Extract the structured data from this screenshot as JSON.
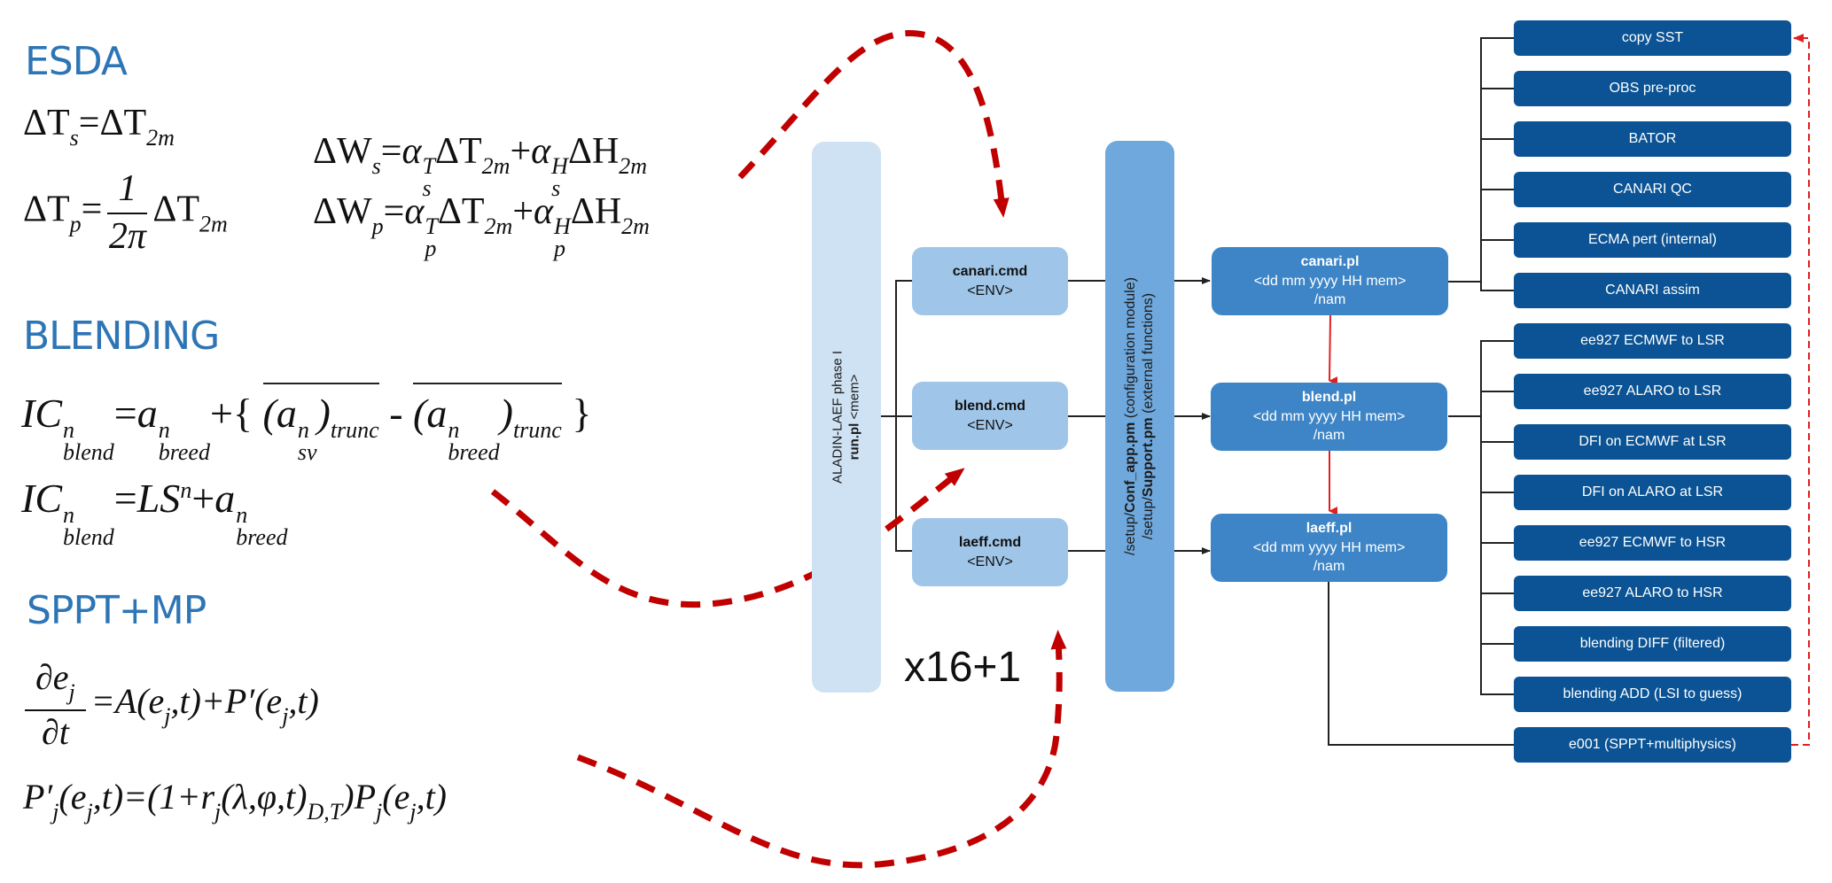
{
  "sections": {
    "esda": {
      "heading": "ESDA",
      "eq_ts": {
        "lhs": "ΔT",
        "lhs_sub": "s",
        "eq": "=",
        "rhs": "ΔT",
        "rhs_sub": "2m"
      },
      "eq_tp": {
        "lhs": "ΔT",
        "lhs_sub": "p",
        "eq": "=",
        "num": "1",
        "den": "2π",
        "rhs": "ΔT",
        "rhs_sub": "2m"
      },
      "eq_ws": {
        "lhs": "ΔW",
        "lhs_sub": "s",
        "eq": "=",
        "a": "α",
        "a_sup": "T",
        "a_sub": "s",
        "t1": "ΔT",
        "t1_sub": "2m",
        "plus": "+",
        "b": "α",
        "b_sup": "H",
        "b_sub": "s",
        "t2": "ΔH",
        "t2_sub": "2m"
      },
      "eq_wp": {
        "lhs": "ΔW",
        "lhs_sub": "p",
        "eq": "=",
        "a": "α",
        "a_sup": "T",
        "a_sub": "p",
        "t1": "ΔT",
        "t1_sub": "2m",
        "plus": "+",
        "b": "α",
        "b_sup": "H",
        "b_sub": "p",
        "t2": "ΔH",
        "t2_sub": "2m"
      }
    },
    "blending": {
      "heading": "BLENDING",
      "eq1": {
        "lhs": "IC",
        "lhs_sup": "n",
        "lhs_sub": "blend",
        "eq": "=",
        "a": "a",
        "a_sup": "n",
        "a_sub": "breed",
        "plus": "+",
        "lbrace": "{",
        "p1": "(a",
        "p1_sup": "n",
        "p1_sub": "sv",
        "p1_close": ")",
        "p1_trunc": "trunc",
        "minus": "-",
        "p2": "(a",
        "p2_sup": "n",
        "p2_sub": "breed",
        "p2_close": ")",
        "p2_trunc": "trunc",
        "rbrace": "}"
      },
      "eq2": {
        "lhs": "IC",
        "lhs_sup": "n",
        "lhs_sub": "blend",
        "eq": "=",
        "ls": "LS",
        "ls_sup": "n",
        "plus": "+",
        "a": "a",
        "a_sup": "n",
        "a_sub": "breed"
      }
    },
    "sppt": {
      "heading": "SPPT+MP",
      "eq1": {
        "num": "∂e",
        "num_sub": "j",
        "den": "∂t",
        "rhs": "=A(e",
        "rhs_sub1": "j",
        "rhs_mid": ",t)+P′(e",
        "rhs_sub2": "j",
        "rhs_end": ",t)"
      },
      "eq2": {
        "p": "P′",
        "p_sub": "j",
        "args1": "(e",
        "args1_sub": "j",
        "args1_end": ",t)=(1+r",
        "r_sub": "j",
        "r_args": "(λ,φ,t)",
        "dt_sub": "D,T",
        "close": ")P",
        "pj_sub": "j",
        "args2": "(e",
        "args2_sub": "j",
        "args2_end": ",t)"
      }
    }
  },
  "diagram": {
    "run_panel": {
      "line1": "ALADIN-LAEF phase I",
      "line2_bold": "run.pl",
      "line2_rest": " <mem>"
    },
    "config_panel": {
      "l1_pre": "/setup/",
      "l1_bold": "Conf_app.pm",
      "l1_rest": " (configuration module)",
      "l2_pre": "/setup/",
      "l2_bold": "Support.pm",
      "l2_rest": " (external functions)"
    },
    "cmd_boxes": [
      {
        "name": "canari.cmd",
        "env": "<ENV>"
      },
      {
        "name": "blend.cmd",
        "env": "<ENV>"
      },
      {
        "name": "laeff.cmd",
        "env": "<ENV>"
      }
    ],
    "pl_boxes": [
      {
        "name": "canari.pl",
        "args": "<dd mm yyyy HH mem>",
        "nam": "/nam"
      },
      {
        "name": "blend.pl",
        "args": "<dd mm yyyy HH mem>",
        "nam": "/nam"
      },
      {
        "name": "laeff.pl",
        "args": "<dd mm yyyy HH mem>",
        "nam": "/nam"
      }
    ],
    "tasks": [
      "copy SST",
      "OBS pre-proc",
      "BATOR",
      "CANARI QC",
      "ECMA pert (internal)",
      "CANARI assim",
      "ee927 ECMWF to LSR",
      "ee927 ALARO to LSR",
      "DFI on ECMWF at LSR",
      "DFI on ALARO at LSR",
      "ee927 ECMWF to HSR",
      "ee927 ALARO to HSR",
      "blending DIFF (filtered)",
      "blending ADD (LSI to guess)",
      "e001 (SPPT+multiphysics)"
    ],
    "multiplier": "x16+1"
  },
  "colors": {
    "heading": "#2e75b6",
    "run_panel": "#cfe2f3",
    "cmd_box": "#9fc5e8",
    "config_panel": "#6fa8dc",
    "pl_box": "#3d85c6",
    "task_box": "#0b5394",
    "dashed_arrow": "#c00000",
    "flow_arrow": "#e02020"
  }
}
